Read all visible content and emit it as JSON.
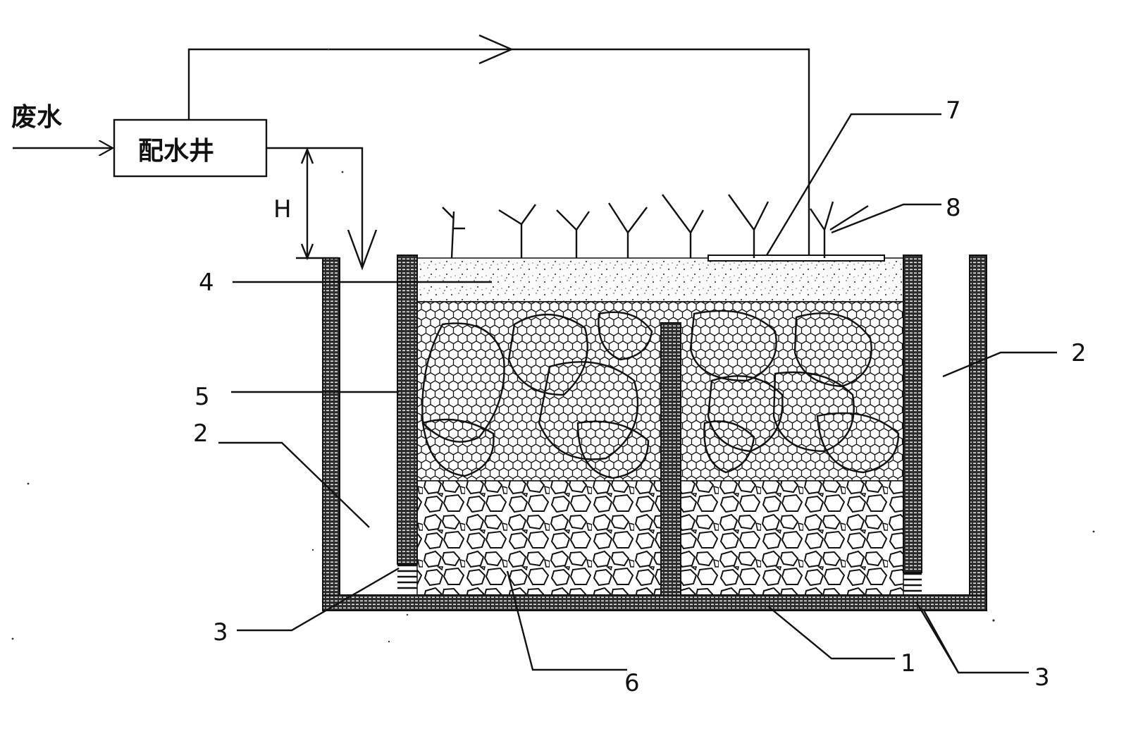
{
  "labels": {
    "waste_water": "废水",
    "distribution_well": "配水井",
    "height": "H"
  },
  "callouts": {
    "c1": "1",
    "c2_left": "2",
    "c2_right": "2",
    "c3_left": "3",
    "c3_right": "3",
    "c4": "4",
    "c5": "5",
    "c6": "6",
    "c7": "7",
    "c8": "8"
  },
  "colors": {
    "ink": "#111111",
    "wall_fill": "#333333",
    "sand": "#f5f5f5"
  }
}
